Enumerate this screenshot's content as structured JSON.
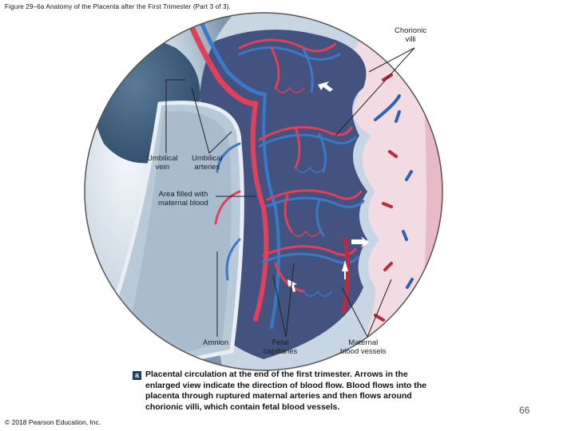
{
  "figure": {
    "title": "Figure 29–6a Anatomy of the Placenta after the First Trimester (Part 3 of 3)."
  },
  "labels": {
    "chorionic_villi": [
      "Chorionic",
      "villi"
    ],
    "umbilical_vein": [
      "Umbilical",
      "vein"
    ],
    "umbilical_arteries": [
      "Umbilical",
      "arteries"
    ],
    "area_maternal_blood": [
      "Area filled with",
      "maternal blood"
    ],
    "amnion": "Amnion",
    "fetal_capillaries": [
      "Fetal",
      "capillaries"
    ],
    "maternal_blood_vessels": [
      "Maternal",
      "blood vessels"
    ]
  },
  "caption": {
    "badge": "a",
    "text": "Placental circulation at the end of the first trimester. Arrows in the enlarged view indicate the direction of blood flow. Blood flows into the placenta through ruptured maternal arteries and then flows around chorionic villi, which contain fetal blood vessels."
  },
  "footer": {
    "copyright": "© 2018 Pearson Education, Inc.",
    "page_number": "66"
  },
  "colors": {
    "maternal_blood_space": "#43527e",
    "fetal_artery_blue": "#3a78c8",
    "fetal_vein_red": "#e0405a",
    "amnion_gray": "#c9d6e2",
    "uterine_wall_pink": "#f2dbe3"
  }
}
